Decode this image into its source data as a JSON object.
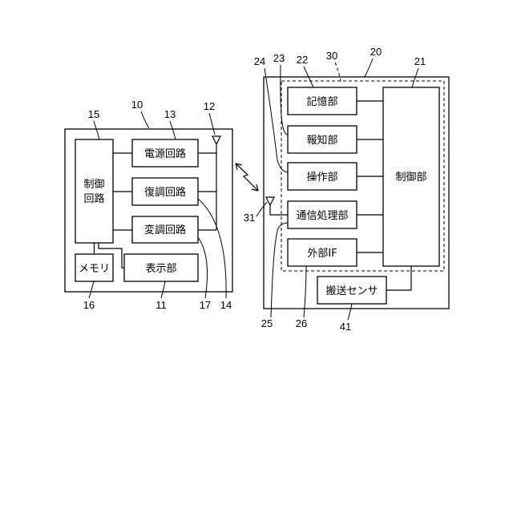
{
  "device10": {
    "ref": "10",
    "control_line1": "制御",
    "control_line2": "回路",
    "power": "電源回路",
    "demod": "復調回路",
    "mod": "変調回路",
    "memory": "メモリ",
    "display": "表示部",
    "refs": {
      "control": "15",
      "power": "13",
      "antenna": "12",
      "memory": "16",
      "display": "11",
      "mod": "17",
      "demod": "14"
    }
  },
  "device20": {
    "ref": "20",
    "storage": "記憶部",
    "notify": "報知部",
    "operation": "操作部",
    "comm": "通信処理部",
    "extif": "外部IF",
    "control": "制御部",
    "sensor": "搬送センサ",
    "refs": {
      "operation": "24",
      "notify": "23",
      "storage": "22",
      "group": "30",
      "control": "21",
      "antenna": "31",
      "comm": "25",
      "extif": "26",
      "sensor": "41"
    }
  }
}
